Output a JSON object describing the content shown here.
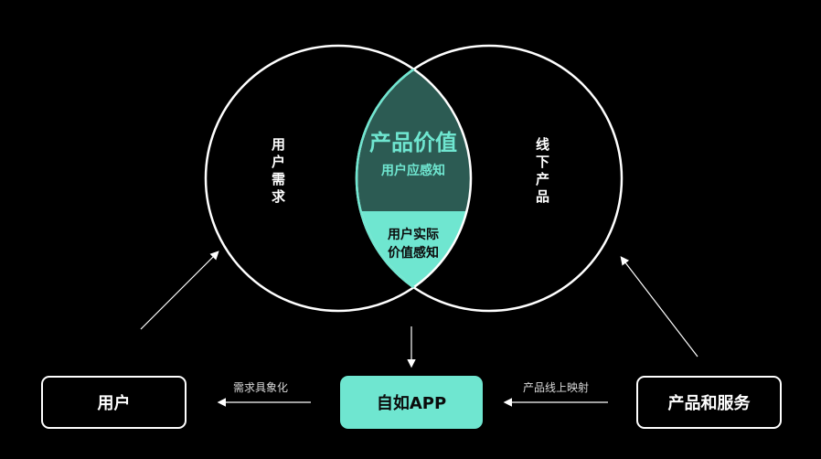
{
  "diagram": {
    "left_circle_label": "用户需求",
    "right_circle_label": "线下产品",
    "center_title": "产品价值",
    "center_subtitle": "用户应感知",
    "lens_bottom_line1": "用户实际",
    "lens_bottom_line2": "价值感知",
    "node_user": "用户",
    "node_app": "自如APP",
    "node_product": "产品和服务",
    "edge_left_label": "需求具象化",
    "edge_right_label": "产品线上映射"
  },
  "colors": {
    "background": "#000000",
    "accent_teal": "#6fe6d0",
    "lens_top_fill": "#2c5b53",
    "stroke": "#ffffff"
  }
}
